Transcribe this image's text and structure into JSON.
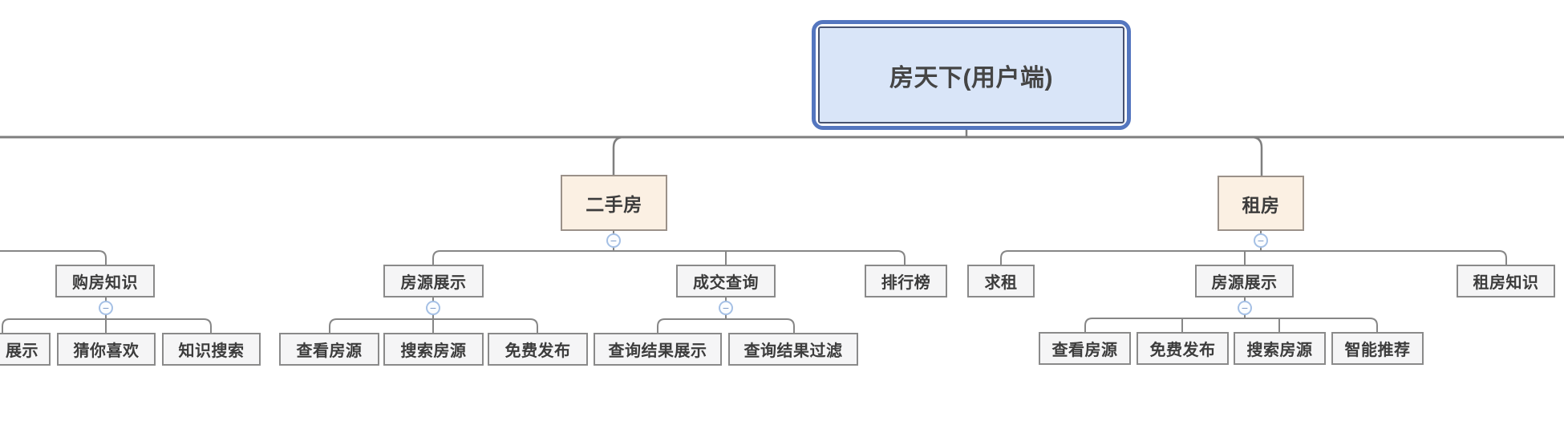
{
  "diagram": {
    "title": "房天下(用户端)",
    "kind": "mindmap-tree"
  },
  "colors": {
    "root_fill": "#d9e5f8",
    "root_outer_border": "#5476bf",
    "root_inner_border": "#475270",
    "branch_fill": "#fbf0e3",
    "branch_border": "#9b9189",
    "node_fill": "#f5f5f6",
    "node_border": "#8a8a8a",
    "connector": "#7f7f7f",
    "text": "#3c3c3c",
    "collapse_border": "#a5c0e5",
    "collapse_glyph": "#7e9cc9"
  },
  "glyphs": {
    "collapse_minus": "−"
  },
  "nodes": {
    "root": "房天下(用户端)",
    "second_hand": "二手房",
    "rent": "租房",
    "buy_knowledge": "购房知识",
    "knowledge_display_cut": "展示",
    "guess_you_like": "猜你喜欢",
    "knowledge_search": "知识搜索",
    "listing_display_esf": "房源展示",
    "view_listing_esf": "查看房源",
    "search_listing_esf": "搜索房源",
    "free_publish_esf": "免费发布",
    "deal_query": "成交查询",
    "query_result_display": "查询结果展示",
    "query_result_filter": "查询结果过滤",
    "ranking": "排行榜",
    "seek_rent": "求租",
    "listing_display_rent": "房源展示",
    "view_listing_rent": "查看房源",
    "free_publish_rent": "免费发布",
    "search_listing_rent": "搜索房源",
    "smart_recommend": "智能推荐",
    "rent_knowledge": "租房知识"
  }
}
